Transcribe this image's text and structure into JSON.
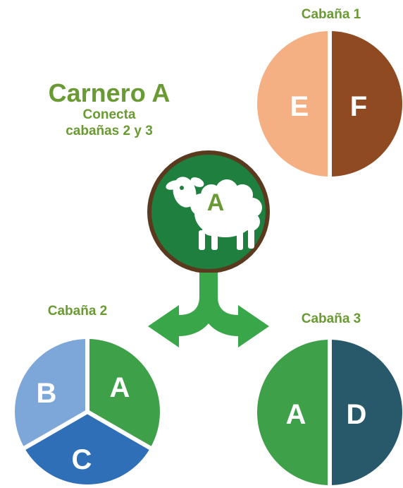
{
  "ram": {
    "title": "Carnero A",
    "subtitle_line1": "Conecta",
    "subtitle_line2": "cabañas 2 y 3",
    "badge_letter": "A"
  },
  "cabins": {
    "one": {
      "title": "Cabaña 1",
      "segments": [
        "E",
        "F"
      ]
    },
    "two": {
      "title": "Cabaña 2",
      "segments": [
        "A",
        "B",
        "C"
      ]
    },
    "three": {
      "title": "Cabaña 3",
      "segments": [
        "A",
        "D"
      ]
    }
  },
  "colors": {
    "title_green": "#6a9a34",
    "badge_green": "#1f7f3e",
    "badge_ring": "#5a3a1f",
    "arrow_green": "#3aa64a",
    "e_peach": "#f4b083",
    "f_brown": "#8f4a22",
    "a_green": "#3fa04a",
    "b_lightblue": "#7da7d9",
    "c_blue": "#2f6fb8",
    "d_teal": "#27596a"
  },
  "icons": {
    "ram": "sheep-icon",
    "connector": "split-arrow-icon"
  }
}
